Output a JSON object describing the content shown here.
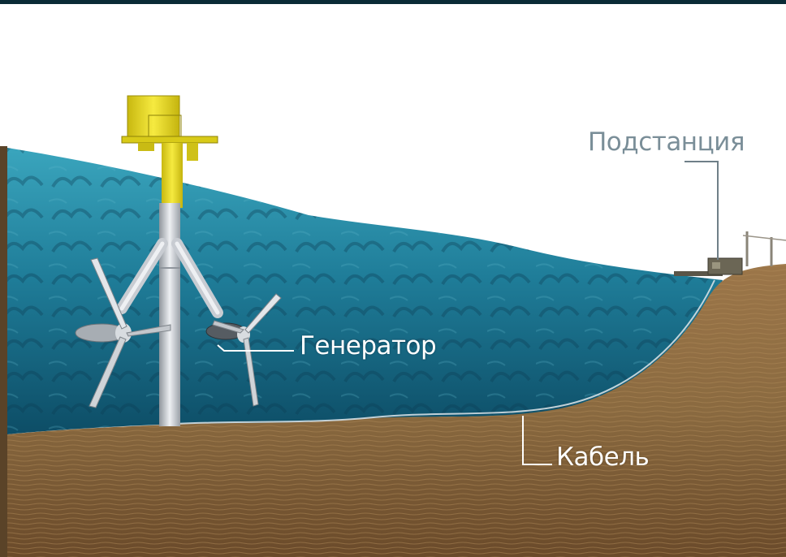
{
  "labels": {
    "substation": "Подстанция",
    "generator": "Генератор",
    "cable": "Кабель"
  },
  "colors": {
    "frame": "#0a2b36",
    "water_light": "#2f9ab4",
    "water_dark": "#0d4d66",
    "seabed_light": "#a07a4e",
    "seabed_dark": "#6a4a2a",
    "tower_yellow": "#e8d81a",
    "pylon_silver": "#c8ccd2",
    "callout_line_dark": "#6f7f88",
    "callout_line_light": "#ffffff"
  }
}
